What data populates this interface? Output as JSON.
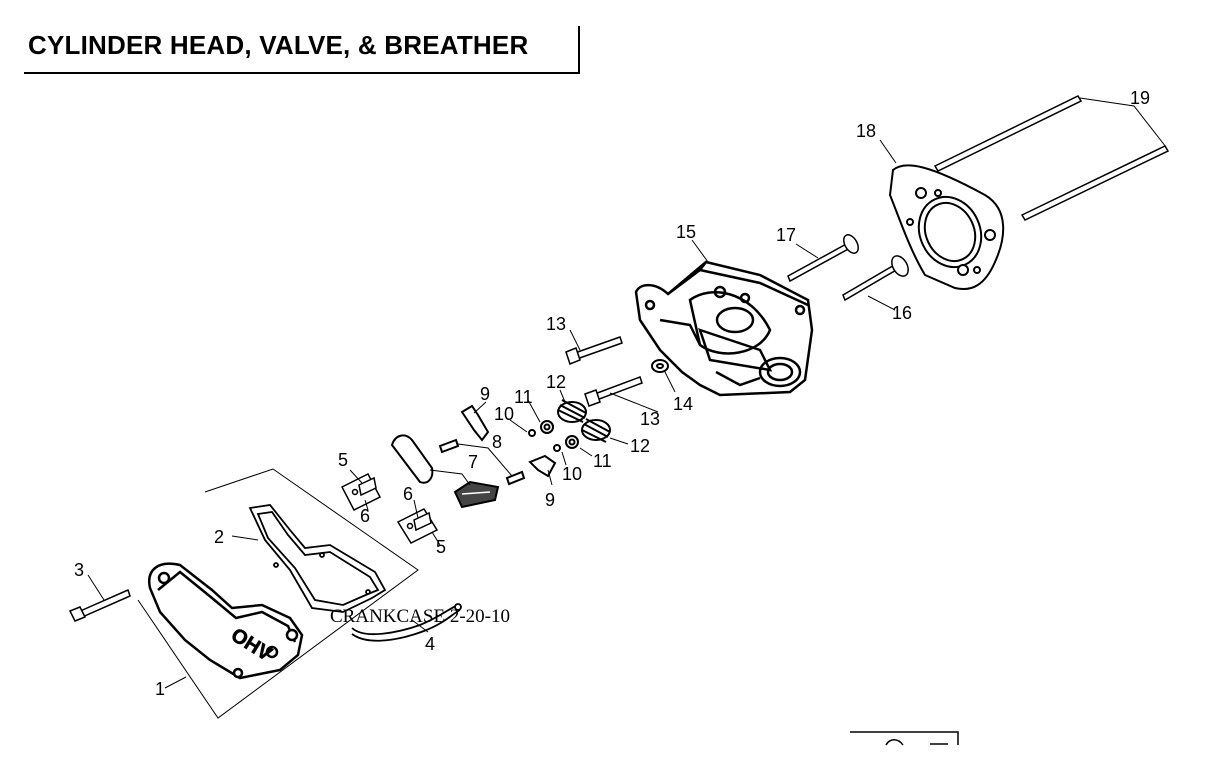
{
  "title": "CYLINDER HEAD, VALVE, & BREATHER",
  "callouts": [
    "1",
    "2",
    "3",
    "4",
    "5",
    "5",
    "6",
    "6",
    "7",
    "8",
    "9",
    "9",
    "10",
    "10",
    "11",
    "11",
    "12",
    "12",
    "13",
    "13",
    "14",
    "15",
    "16",
    "17",
    "18",
    "19"
  ],
  "cross_reference": "CRANKCASE 2-20-10",
  "stamp_text": "OHV"
}
